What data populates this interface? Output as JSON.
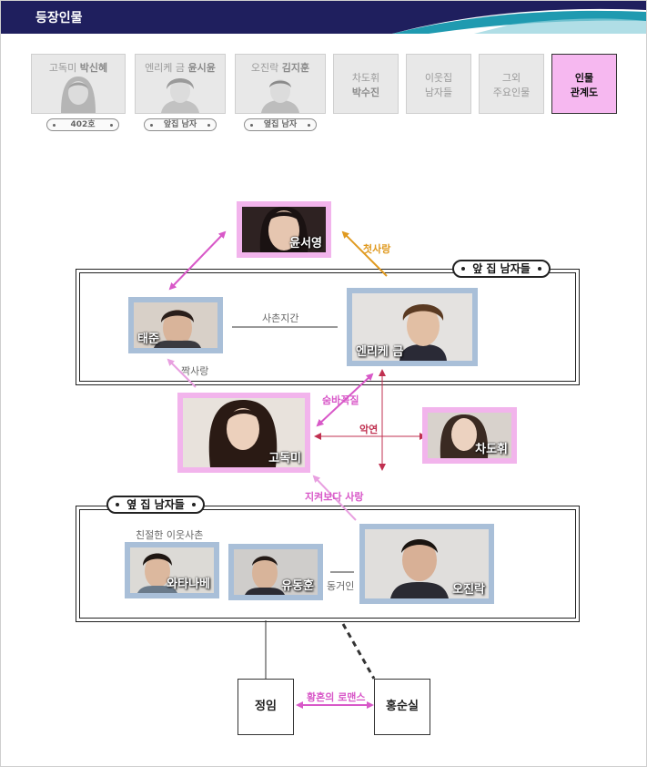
{
  "header": {
    "title": "등장인물"
  },
  "tabs": [
    {
      "pre": "고독미 ",
      "name": "박신혜",
      "badge": "402호"
    },
    {
      "pre": "엔리케 금 ",
      "name": "윤시윤",
      "badge": "앞집 남자"
    },
    {
      "pre": "오진락 ",
      "name": "김지훈",
      "badge": "옆집 남자"
    },
    {
      "line1": "차도휘",
      "line2": "박수진"
    },
    {
      "line1": "이웃집",
      "line2": "남자들"
    },
    {
      "line1": "그외",
      "line2": "주요인물"
    },
    {
      "line1": "인물",
      "line2": "관계도"
    }
  ],
  "groups": {
    "front": "앞 집 남자들",
    "side": "옆 집 남자들"
  },
  "people": {
    "yoon_seoyoung": "윤서영",
    "taejun": "태준",
    "enrique": "엔리케 금",
    "godokmi": "고독미",
    "chadohwi": "차도휘",
    "watanabe": "와타나베",
    "yudonghun": "유동훈",
    "ojinrak": "오진락",
    "jeongim": "정임",
    "hongsunsil": "홍순실"
  },
  "relations": {
    "first_love": "첫사랑",
    "cousins": "사촌지간",
    "crush": "짝사랑",
    "hide_and_seek": "숨바꼭질",
    "bad_blood": "악연",
    "love_beyond_watching": "지켜보다 사랑",
    "friendly_cousin": "친절한 이웃사촌",
    "roommates": "동거인",
    "twilight_romance": "황혼의 로맨스"
  },
  "colors": {
    "banner": "#1f1f5e",
    "banner_accent": "#1f9ab0",
    "magenta": "#d858c8",
    "orange": "#e09a20",
    "red": "#c03050",
    "active_tab": "#f6b8f0"
  }
}
